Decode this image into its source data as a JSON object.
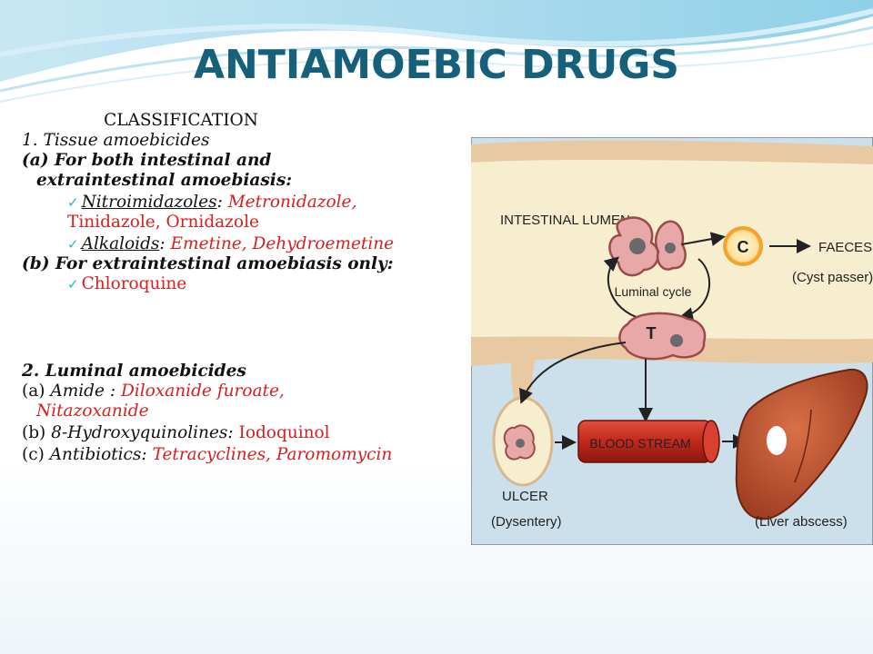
{
  "title": "ANTIAMOEBIC DRUGS",
  "classification_heading": "CLASSIFICATION",
  "tissue": {
    "heading": "1. Tissue amoebicides",
    "both_heading_line1": "(a) For both intestinal and",
    "both_heading_line2": "extraintestinal amoebiasis:",
    "nitro_class": "Nitroimidazoles",
    "nitro_sep": ":",
    "nitro_drugs_line1": " Metronidazole,",
    "nitro_drugs_line2": "Tinidazole, Ornidazole",
    "alk_class": "Alkaloids",
    "alk_sep": ":",
    "alk_drugs": " Emetine, Dehydroemetine",
    "extra_heading": "(b) For extraintestinal amoebiasis only:",
    "chloroquine": "Chloroquine"
  },
  "luminal": {
    "heading": "2. Luminal amoebicides",
    "a_prefix": "(a) ",
    "a_class": "Amide :",
    "a_drugs_line1": " Diloxanide furoate,",
    "a_drugs_line2": "Nitazoxanide",
    "b_prefix": "(b) ",
    "b_class": "8-Hydroxyquinolines:",
    "b_drug": " Iodoquinol",
    "c_prefix": "(c) ",
    "c_class": "Antibiotics:",
    "c_drugs": " Tetracyclines, Paromomycin"
  },
  "diagram": {
    "intestinal_lumen": "INTESTINAL LUMEN",
    "cyst_letter": "C",
    "faeces": "FAECES",
    "cyst_passer": "(Cyst passer)",
    "luminal_cycle_line1": "Luminal cycle",
    "trophozoite_letter": "T",
    "blood_stream": "BLOOD STREAM",
    "ulcer": "ULCER",
    "dysentery": "(Dysentery)",
    "liver_abscess": "(Liver abscess)"
  },
  "colors": {
    "title": "#17607a",
    "drug_text": "#d42020",
    "check": "#2bb3c4",
    "lumen_fill": "#f7eed0",
    "wall": "#e9c9a2",
    "tissue_bg": "#cbe0ea",
    "blood_vessel": "#c0281c",
    "liver": "#b5502c",
    "cyst": "#f3a52a"
  }
}
